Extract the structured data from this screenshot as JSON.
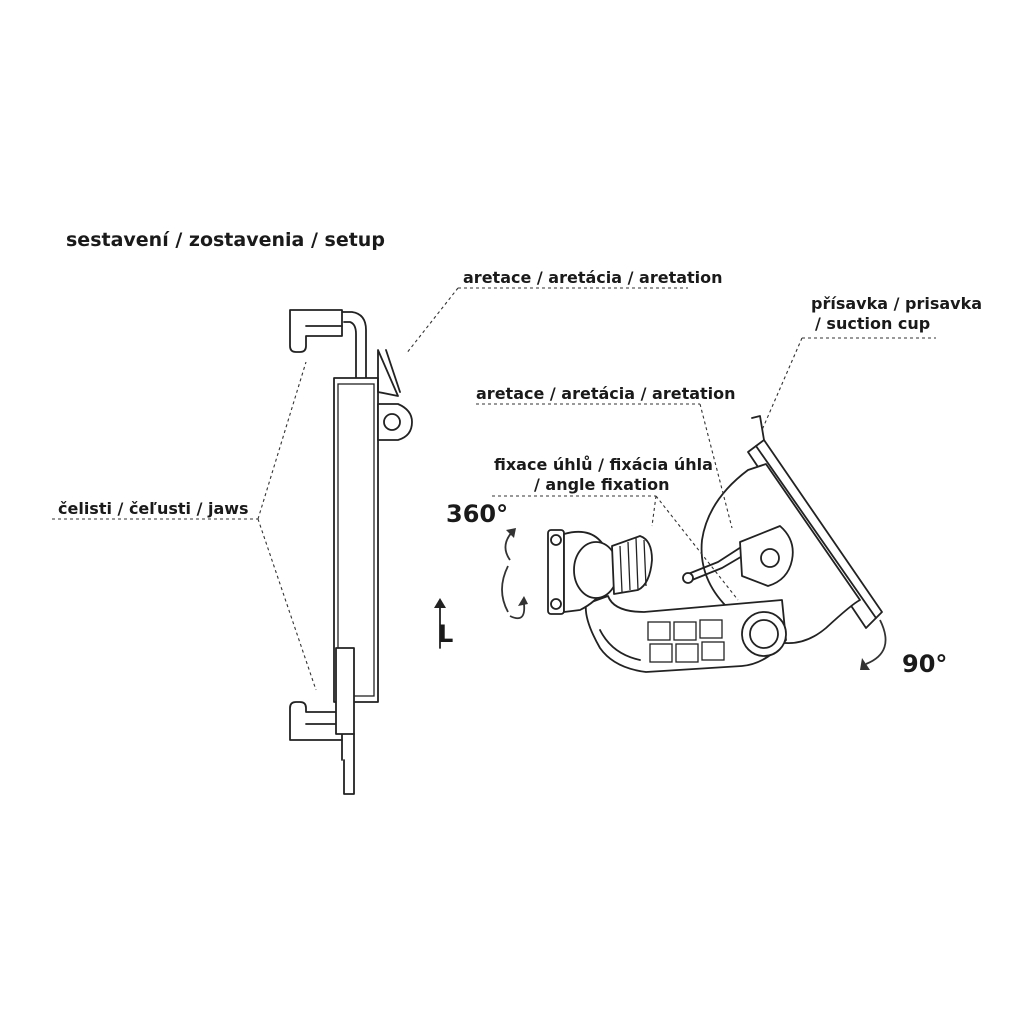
{
  "title": "sestavení / zostavenia / setup",
  "labels": {
    "aretation_left": "aretace / aretácia / aretation",
    "jaws": "čelisti / čeľusti / jaws",
    "suction_line1": "přísavka / prisavka",
    "suction_line2": "/ suction cup",
    "aretation_right": "aretace / aretácia / aretation",
    "angle_line1": "fixace úhlů / fixácia úhla",
    "angle_line2": "/ angle fixation",
    "rot_360": "360°",
    "rot_90": "90°",
    "l_mark": "L"
  },
  "icons": [
    "rotate-360-arrows-icon",
    "rotate-90-arrow-icon",
    "up-arrow-icon"
  ]
}
